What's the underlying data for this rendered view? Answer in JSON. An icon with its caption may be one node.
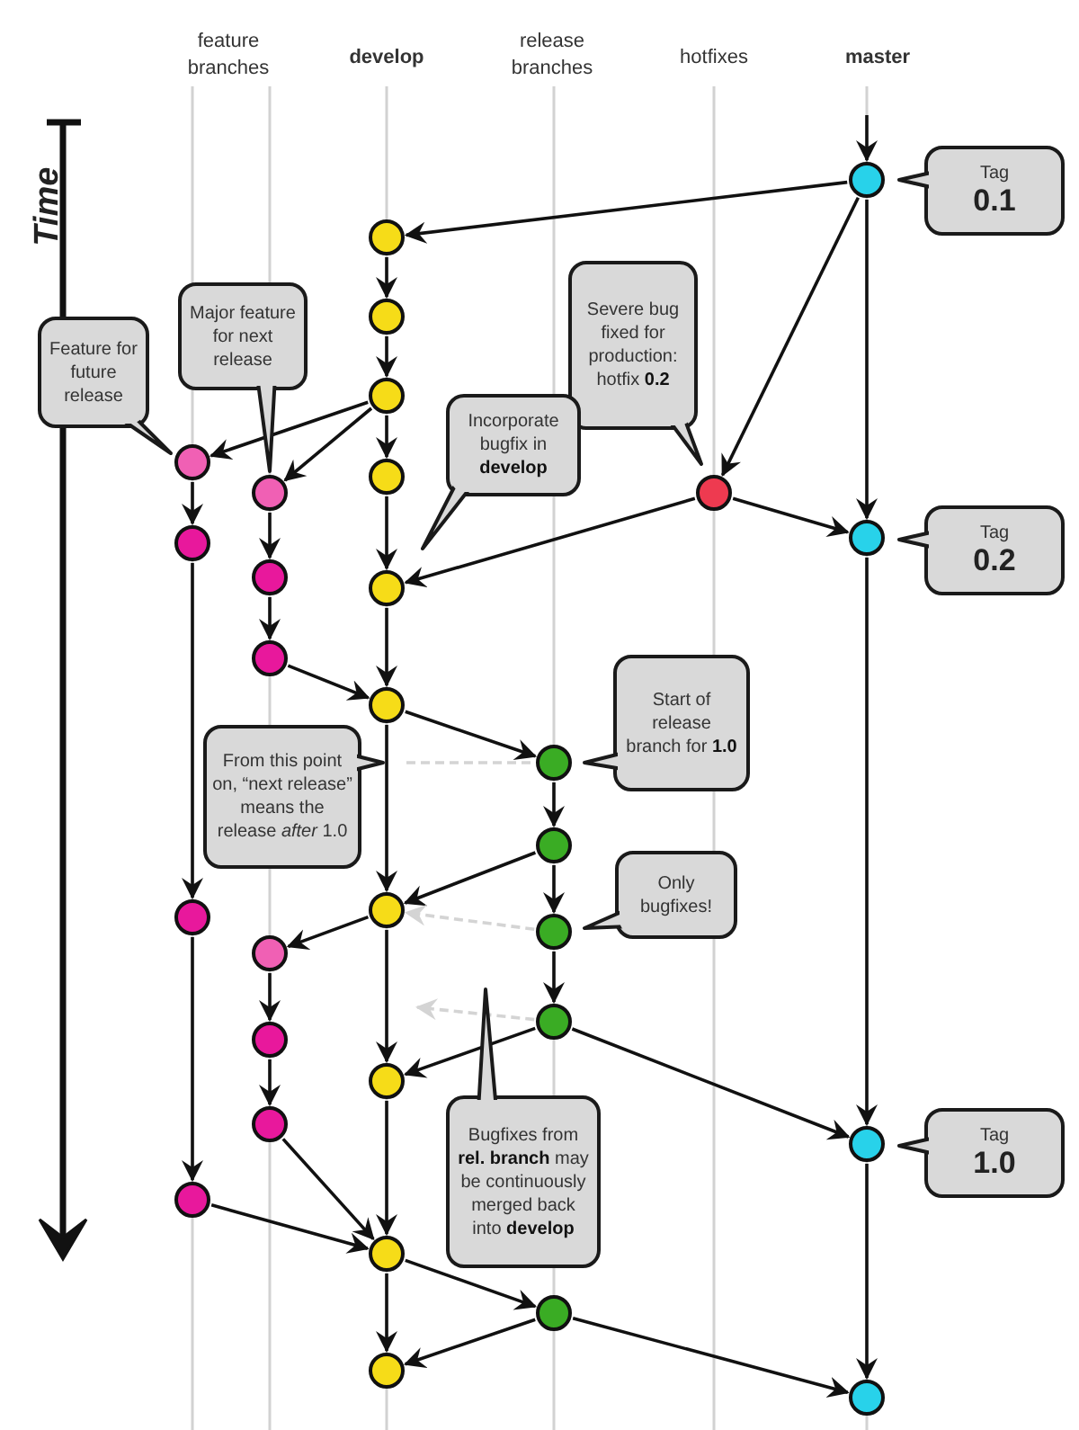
{
  "diagram": {
    "nodes": [
      {
        "text": [],
        "shape": "circle"
      },
      {
        "text": [],
        "shape": "circle"
      },
      {
        "text": [],
        "shape": "circle"
      },
      {
        "text": [],
        "shape": "circle"
      },
      {
        "text": [],
        "shape": "circle"
      },
      {
        "text": [],
        "shape": "circle"
      },
      {
        "text": [],
        "shape": "circle"
      },
      {
        "text": [],
        "shape": "circle"
      },
      {
        "text": [],
        "shape": "circle"
      },
      {
        "text": [],
        "shape": "circle"
      },
      {
        "text": [],
        "shape": "circle"
      },
      {
        "text": [],
        "shape": "circle"
      },
      {
        "text": [],
        "shape": "circle"
      },
      {
        "text": [],
        "shape": "circle"
      },
      {
        "text": [],
        "shape": "circle"
      },
      {
        "text": [],
        "shape": "circle"
      },
      {
        "text": [],
        "shape": "circle"
      },
      {
        "text": [],
        "shape": "circle"
      },
      {
        "text": [],
        "shape": "circle"
      },
      {
        "text": [],
        "shape": "circle"
      },
      {
        "text": [],
        "shape": "circle"
      },
      {
        "text": [],
        "shape": "circle"
      },
      {
        "text": [],
        "shape": "circle"
      },
      {
        "text": [],
        "shape": "circle"
      },
      {
        "text": [],
        "shape": "circle"
      },
      {
        "text": [],
        "shape": "circle"
      },
      {
        "text": [],
        "shape": "circle"
      },
      {
        "text": [],
        "shape": "circle"
      },
      {
        "text": [],
        "shape": "circle"
      },
      {
        "text": [],
        "shape": "circle"
      },
      {
        "text": [
          "Tag",
          "0.1"
        ]
      },
      {
        "text": [
          "Feature for future release"
        ]
      },
      {
        "text": [
          "Major feature for next release"
        ]
      },
      {
        "text": [
          "Severe bug fixed for production: hotfix **0.2**"
        ]
      },
      {
        "text": [
          "Incorporate bugfix in **develop**"
        ]
      },
      {
        "text": [
          "Tag",
          "0.2"
        ]
      },
      {
        "text": [
          "Start of release branch for **1.0**"
        ]
      },
      {
        "text": [
          "From this point on, “next release” means the release *after* 1.0"
        ]
      },
      {
        "text": [
          "Only bugfixes!"
        ]
      },
      {
        "text": [
          "Tag",
          "1.0"
        ]
      },
      {
        "text": [
          "Bugfixes from **rel. branch** may be continuously merged back into **develop**"
        ]
      }
    ],
    "edges": [
      {
        "from": null,
        "to": 0,
        "arrow": "to"
      },
      {
        "from": 0,
        "to": 1,
        "arrow": "to"
      },
      {
        "from": 0,
        "to": 6,
        "arrow": "to"
      },
      {
        "from": 0,
        "to": 8,
        "arrow": "to"
      },
      {
        "from": 1,
        "to": 2,
        "arrow": "to"
      },
      {
        "from": 2,
        "to": 3,
        "arrow": "to"
      },
      {
        "from": 3,
        "to": 4,
        "arrow": "to"
      },
      {
        "from": 3,
        "to": 7,
        "arrow": "to"
      },
      {
        "from": 3,
        "to": 5,
        "arrow": "to"
      },
      {
        "from": 4,
        "to": 9,
        "arrow": "to"
      },
      {
        "from": 7,
        "to": 10,
        "arrow": "to"
      },
      {
        "from": 6,
        "to": 8,
        "arrow": "to"
      },
      {
        "from": 6,
        "to": 11,
        "arrow": "to"
      },
      {
        "from": 5,
        "to": 11,
        "arrow": "to"
      },
      {
        "from": 10,
        "to": 12,
        "arrow": "to"
      },
      {
        "from": 11,
        "to": 13,
        "arrow": "to"
      },
      {
        "from": 12,
        "to": 13,
        "arrow": "to"
      },
      {
        "from": 13,
        "to": 14,
        "arrow": "to"
      },
      {
        "from": null,
        "to": 14,
        "arrow": "none",
        "style": "dashed",
        "color": "#d4d4d4"
      },
      {
        "from": 13,
        "to": 16,
        "arrow": "to"
      },
      {
        "from": 14,
        "to": 15,
        "arrow": "to"
      },
      {
        "from": 15,
        "to": 16,
        "arrow": "to"
      },
      {
        "from": 15,
        "to": 18,
        "arrow": "to"
      },
      {
        "from": 9,
        "to": 17,
        "arrow": "to"
      },
      {
        "from": 16,
        "to": 19,
        "arrow": "to"
      },
      {
        "from": 18,
        "to": 20,
        "arrow": "to"
      },
      {
        "from": 18,
        "to": 16,
        "arrow": "to",
        "style": "dashed",
        "color": "#d4d4d4"
      },
      {
        "from": 20,
        "to": null,
        "arrow": "to",
        "style": "dashed",
        "color": "#d4d4d4"
      },
      {
        "from": 20,
        "to": 22,
        "arrow": "to"
      },
      {
        "from": 16,
        "to": 22,
        "arrow": "to"
      },
      {
        "from": 19,
        "to": 21,
        "arrow": "to"
      },
      {
        "from": 21,
        "to": 23,
        "arrow": "to"
      },
      {
        "from": 20,
        "to": 24,
        "arrow": "to"
      },
      {
        "from": 8,
        "to": 24,
        "arrow": "to"
      },
      {
        "from": 17,
        "to": 25,
        "arrow": "to"
      },
      {
        "from": 22,
        "to": 26,
        "arrow": "to"
      },
      {
        "from": 23,
        "to": 26,
        "arrow": "to"
      },
      {
        "from": 25,
        "to": 26,
        "arrow": "to"
      },
      {
        "from": 26,
        "to": 27,
        "arrow": "to"
      },
      {
        "from": 26,
        "to": 28,
        "arrow": "to"
      },
      {
        "from": 27,
        "to": 28,
        "arrow": "to"
      },
      {
        "from": 27,
        "to": 29,
        "arrow": "to"
      },
      {
        "from": 24,
        "to": 29,
        "arrow": "to"
      }
    ],
    "labels": [
      "feature branches",
      "develop",
      "release branches",
      "hotfixes",
      "master",
      "Time"
    ]
  }
}
